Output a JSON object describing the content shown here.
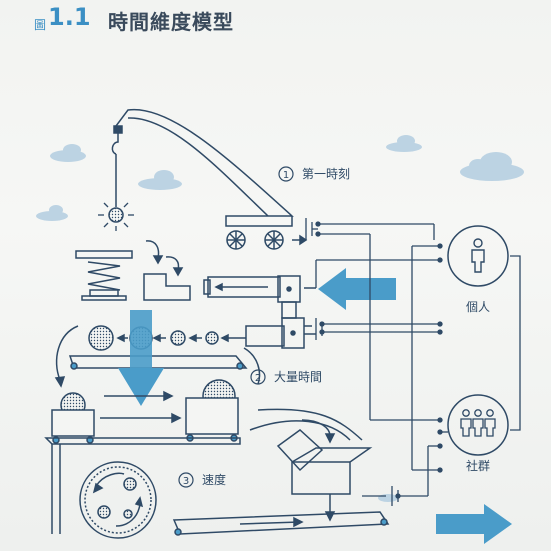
{
  "header": {
    "prefix": "圖",
    "number": "1.1",
    "title": "時間維度模型"
  },
  "stages": [
    {
      "num": "1",
      "label": "第一時刻"
    },
    {
      "num": "2",
      "label": "大量時間"
    },
    {
      "num": "3",
      "label": "速度"
    }
  ],
  "actors": [
    {
      "label": "個人",
      "icon": "person-icon"
    },
    {
      "label": "社群",
      "icon": "group-icon"
    }
  ],
  "colors": {
    "line": "#2f4a66",
    "accent": "#4a9cc9",
    "cloud": "#b9d2e3"
  }
}
